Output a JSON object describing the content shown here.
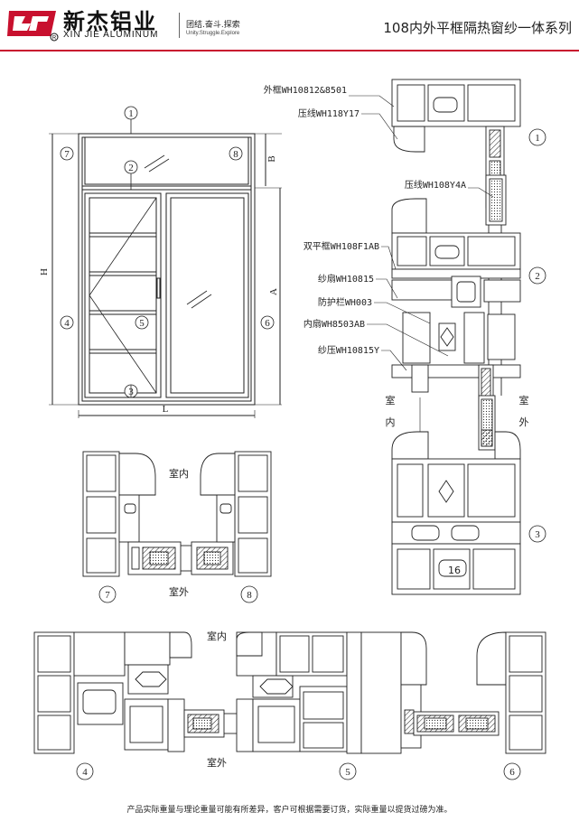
{
  "header": {
    "brand_cn": "新杰铝业",
    "brand_en": "XIN JIE ALUMINUM",
    "slogan_cn": "团结.奋斗.探索",
    "slogan_en": "Unity.Struggle.Explore",
    "series_title": "108内外平框隔热窗纱一体系列"
  },
  "elevation": {
    "markers": [
      "1",
      "2",
      "3",
      "4",
      "5",
      "6",
      "7",
      "8"
    ],
    "dim_H": "H",
    "dim_L": "L",
    "dim_A": "A",
    "dim_B": "B"
  },
  "callouts": [
    "外框WH10812&8501",
    "压线WH118Y17",
    "压线WH108Y4A",
    "双平框WH108F1AB",
    "纱扇WH10815",
    "防护栏WH003",
    "内扇WH8503AB",
    "纱压WH10815Y"
  ],
  "section_labels": {
    "indoor": "室内",
    "outdoor": "室外",
    "indoor_v1": "室",
    "indoor_v2": "内",
    "outdoor_v1": "室",
    "outdoor_v2": "外",
    "part_no": "16"
  },
  "footer_note": "产品实际重量与理论重量可能有所差异，客户可根据需要订货，实际重量以提货过磅为准。",
  "colors": {
    "brand_red": "#c8102e",
    "line": "#222222"
  }
}
